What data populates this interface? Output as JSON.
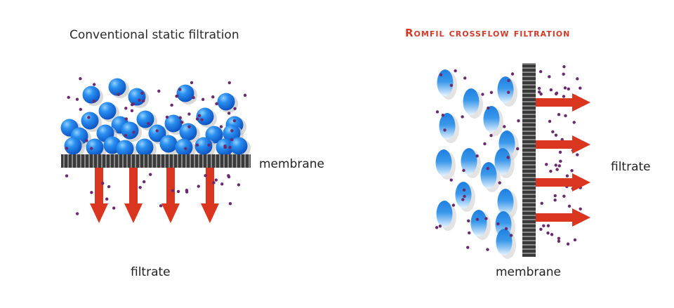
{
  "left_panel": {
    "title": "Conventional static filtration",
    "membrane_label": "membrane",
    "filtrate_label": "filtrate"
  },
  "right_panel": {
    "title": "Romfil crossflow filtration",
    "membrane_label": "membrane",
    "filtrate_label": "filtrate"
  },
  "colors": {
    "title_right": "#d43a2a",
    "arrow": "#d9351f",
    "particle_large": "#1e7fe0",
    "particle_small": "#6a2a6e",
    "membrane": "#333333"
  }
}
